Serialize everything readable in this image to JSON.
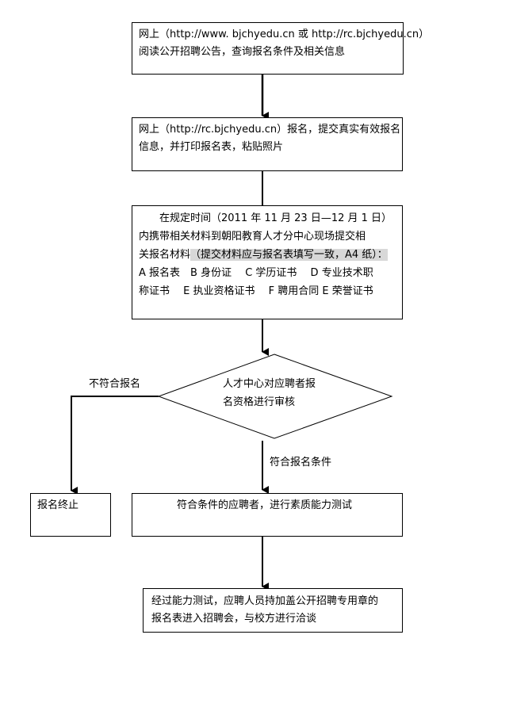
{
  "steps": {
    "s1": {
      "line1": "网上（http://www. bjchyedu.cn 或 http://rc.bjchyedu.cn）",
      "line2": "阅读公开招聘公告，查询报名条件及相关信息"
    },
    "s2": {
      "line1": "网上（http://rc.bjchyedu.cn）报名，提交真实有效报名",
      "line2": "信息，并打印报名表，粘贴照片"
    },
    "s3": {
      "line1": "在规定时间（2011 年 11 月 23 日—12 月 1 日）",
      "line2": "内携带相关材料到朝阳教育人才分中心现场提交相",
      "line3a": "关报名材料",
      "line3b": "（提交材料应与报名表填写一致，A4 纸）：",
      "line4": "A 报名表　B 身份证　 C 学历证书　 D 专业技术职",
      "line5": "称证书　 E 执业资格证书　 F 聘用合同 E 荣誉证书"
    },
    "decision": {
      "line1": "人才中心对应聘者报",
      "line2": "名资格进行审核"
    },
    "reject_label": "不符合报名",
    "accept_label": "符合报名条件",
    "end_box": "报名终止",
    "s4": "符合条件的应聘者，进行素质能力测试",
    "s5": {
      "line1": "经过能力测试，应聘人员持加盖公开招聘专用章的",
      "line2": "报名表进入招聘会，与校方进行洽谈"
    }
  }
}
